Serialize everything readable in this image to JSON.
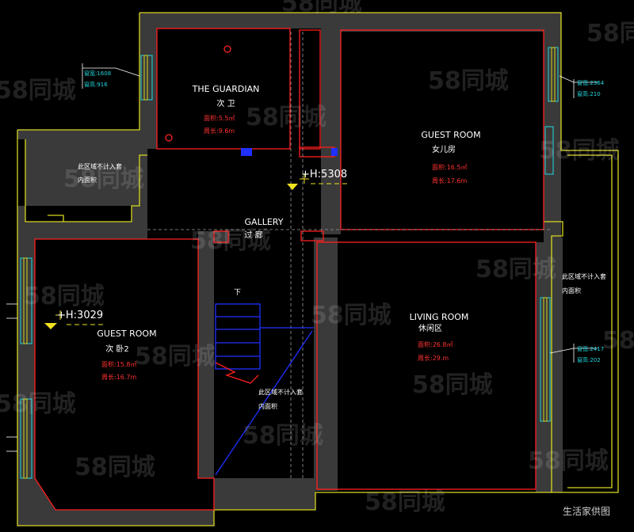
{
  "colors": {
    "background": "#000000",
    "wall": "#3a3a3a",
    "wall_outline": "#d8d820",
    "room_line": "#ff2020",
    "stair": "#2030ff",
    "cyan": "#20d8e0",
    "white": "#ffffff",
    "yellow": "#f0e020",
    "red_text": "#ff3030",
    "grey_line": "#9a9a9a"
  },
  "rooms": {
    "guardian": {
      "name_en": "THE GUARDIAN",
      "name_cn": "次 卫",
      "area": "面积:5.5㎡",
      "perimeter": "周长:9.6m"
    },
    "guest_top": {
      "name_en": "GUEST ROOM",
      "name_cn": "女儿房",
      "area": "面积:16.5㎡",
      "perimeter": "周长:17.6m"
    },
    "guest_left": {
      "name_en": "GUEST ROOM",
      "name_cn": "次 卧2",
      "area": "面积:15.8㎡",
      "perimeter": "周长:16.7m"
    },
    "living": {
      "name_en": "LIVING ROOM",
      "name_cn": "休闲区",
      "area": "面积:26.8㎡",
      "perimeter": "周长:29.m"
    },
    "gallery": {
      "name_en": "GALLERY",
      "name_cn": "过 廊"
    }
  },
  "levels": {
    "upper": "+H:5308",
    "lower": "+H:3029"
  },
  "notes": {
    "excluded_1": "此区域不计入套",
    "excluded_2": "内面积"
  },
  "stair_label": "下",
  "windows": {
    "left_top": {
      "line1": "窗宽:1608",
      "line2": "窗高:916"
    },
    "right_top": {
      "line1": "窗宽:2364",
      "line2": "窗高:210"
    },
    "right_mid": {
      "line1": "窗宽:2417",
      "line2": "窗高:202"
    }
  },
  "watermark": "58同城",
  "source_label": "生活家供图"
}
